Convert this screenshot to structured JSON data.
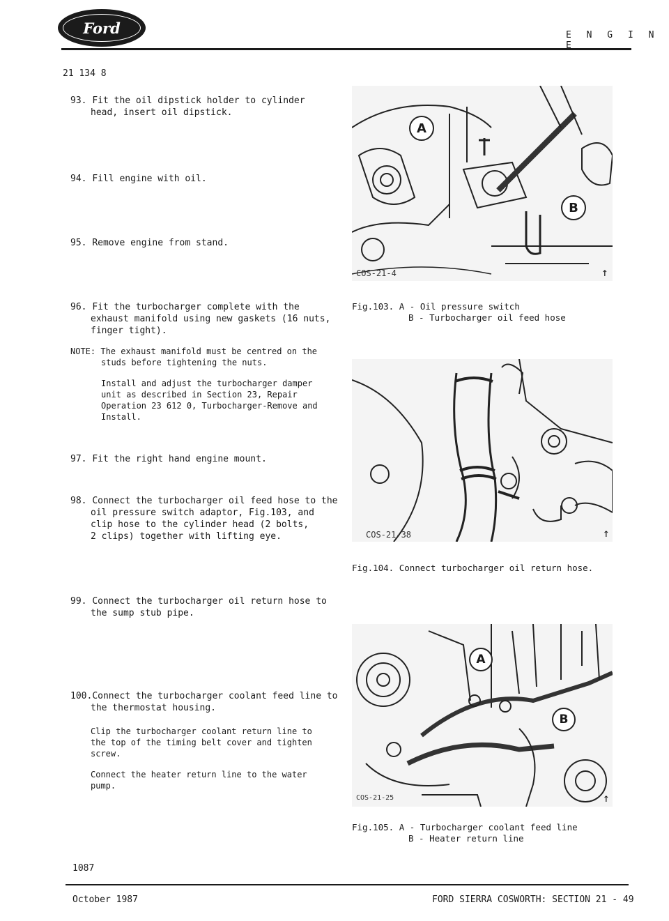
{
  "header": {
    "logo_text": "Ford",
    "section_title": "E N G I N E",
    "reference": "21 134 8"
  },
  "steps": [
    {
      "number": "93.",
      "line1": "Fit the oil dipstick holder to cylinder",
      "line2": "head, insert oil dipstick."
    },
    {
      "number": "94.",
      "line1": "Fill engine with oil."
    },
    {
      "number": "95.",
      "line1": "Remove engine from stand."
    },
    {
      "number": "96.",
      "line1": "Fit the turbocharger complete with the",
      "line2": "exhaust manifold using new gaskets (16 nuts,",
      "line3": "finger tight)."
    },
    {
      "number": "97.",
      "line1": "Fit the right hand engine mount."
    },
    {
      "number": "98.",
      "line1": "Connect the turbocharger oil feed hose to the",
      "line2": "oil pressure switch adaptor, Fig.103, and",
      "line3": "clip hose to the cylinder head (2 bolts,",
      "line4": "2 clips) together with lifting eye."
    },
    {
      "number": "99.",
      "line1": "Connect the turbocharger oil return hose to",
      "line2": "the sump stub pipe."
    },
    {
      "number": "100.",
      "line1": "Connect the turbocharger coolant feed line to",
      "line2": "the thermostat housing."
    }
  ],
  "note": {
    "label": "NOTE:",
    "line1": "The exhaust manifold must be centred on the",
    "line2": "studs before tightening the nuts.",
    "p2_line1": "Install and adjust the turbocharger damper",
    "p2_line2": "unit as described in Section 23, Repair",
    "p2_line3": "Operation 23 612 0, Turbocharger-Remove and",
    "p2_line4": "Install."
  },
  "step100_extra": {
    "p1_line1": "Clip the turbocharger coolant return line to",
    "p1_line2": "the top of the timing belt cover and tighten",
    "p1_line3": "screw.",
    "p2_line1": "Connect the heater return line to the water",
    "p2_line2": "pump."
  },
  "figures": [
    {
      "code": "COS-21-4",
      "caption_label": "Fig.103.",
      "caption_line1": "A - Oil pressure switch",
      "caption_line2": "B - Turbocharger oil feed hose",
      "callout_a": "A",
      "callout_b": "B"
    },
    {
      "code": "COS-21-38",
      "caption_label": "Fig.104.",
      "caption_line1": "Connect turbocharger oil return hose."
    },
    {
      "code": "COS-21-25",
      "caption_label": "Fig.105.",
      "caption_line1": "A - Turbocharger coolant feed line",
      "caption_line2": "B - Heater return line",
      "callout_a": "A",
      "callout_b": "B"
    }
  ],
  "footer": {
    "page_number": "1087",
    "date": "October 1987",
    "publication": "FORD SIERRA COSWORTH: SECTION 21 - 49"
  }
}
